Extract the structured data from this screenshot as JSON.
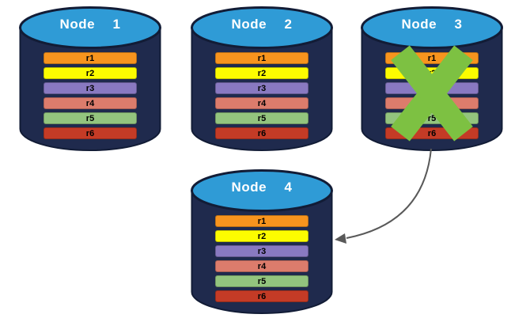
{
  "diagram": {
    "description": "replicated-database-nodes"
  },
  "colors": {
    "cylinder_body": "#1F2A4D",
    "cylinder_outline": "#121C36",
    "cylinder_top": "#2F9BD6",
    "x_mark": "#7DC142",
    "arrow": "#595959"
  },
  "rows": [
    {
      "label": "r1",
      "color": "#F7941E"
    },
    {
      "label": "r2",
      "color": "#FCFC00"
    },
    {
      "label": "r3",
      "color": "#8979C1"
    },
    {
      "label": "r4",
      "color": "#DC7C6C"
    },
    {
      "label": "r5",
      "color": "#93C47E"
    },
    {
      "label": "r6",
      "color": "#C43B26"
    }
  ],
  "nodes": [
    {
      "title": "Node  1",
      "failed": false
    },
    {
      "title": "Node  2",
      "failed": false
    },
    {
      "title": "Node  3",
      "failed": true
    },
    {
      "title": "Node  4",
      "failed": false
    }
  ],
  "annotations": {
    "x_mark_on": "Node 3",
    "arrow_from": "Node 3",
    "arrow_to": "Node 4"
  }
}
